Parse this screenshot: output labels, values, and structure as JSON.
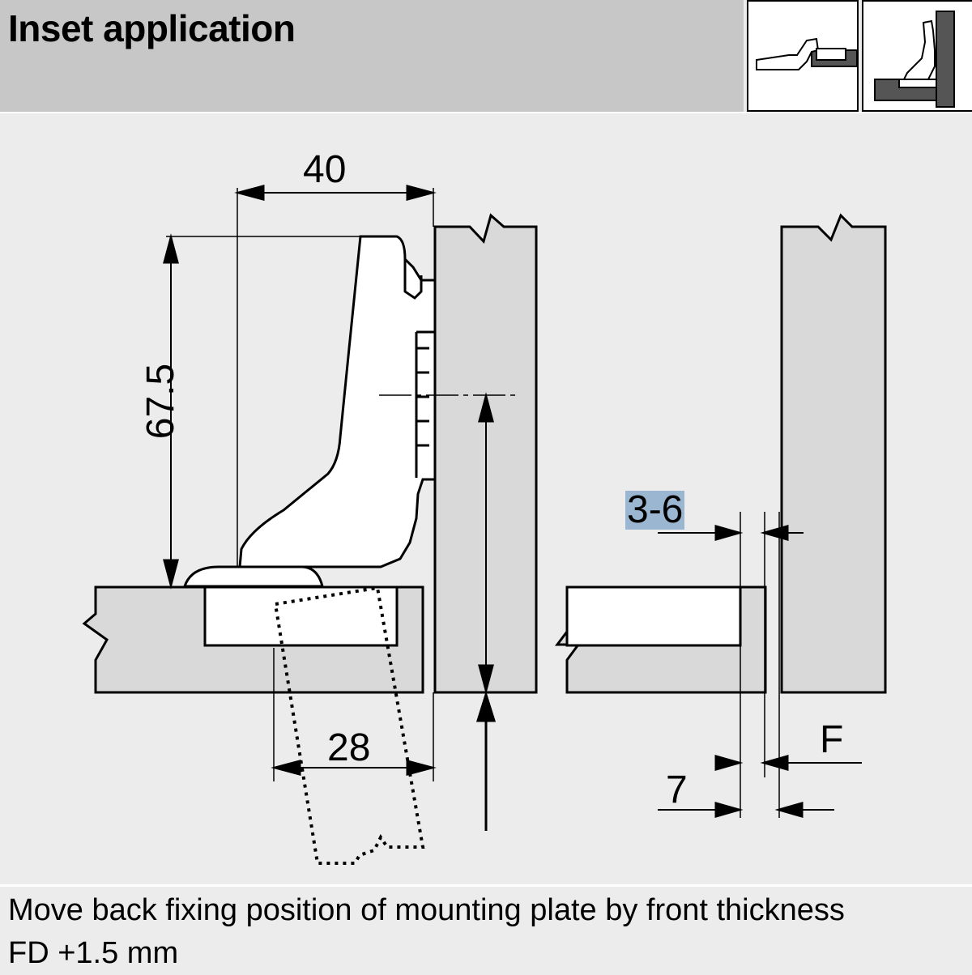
{
  "header": {
    "title": "Inset application"
  },
  "icons": {
    "thumb_left": "hinge-open-icon",
    "thumb_right": "hinge-inset-icon"
  },
  "dimensions": {
    "width": "40",
    "height": "67.5",
    "cup_distance": "28",
    "gap": "3-6",
    "plate_offset": "7",
    "front_label": "F"
  },
  "caption": {
    "line1": "Move back fixing position of mounting plate by front thickness",
    "line2": "FD +1.5 mm"
  },
  "colors": {
    "header_bg": "#c7c7c7",
    "panel_fill": "#d9d9d9",
    "highlight": "#9ab6d1"
  }
}
